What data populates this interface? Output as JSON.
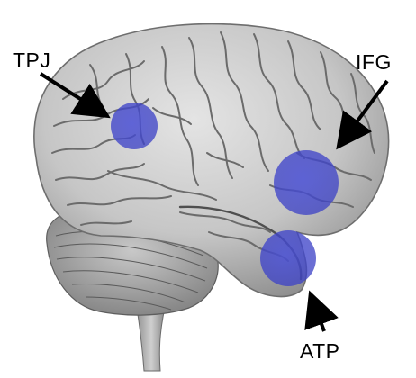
{
  "labels": {
    "tpj": "TPJ",
    "ifg": "IFG",
    "atp": "ATP"
  },
  "colors": {
    "background": "#ffffff",
    "brain_fill": "#c9c9c9",
    "brain_shadow": "#8e8e8e",
    "sulcus_line": "#5f5f5f",
    "cerebellum_fill": "#b0b0b0",
    "region_highlight": "#4a50d6",
    "arrow": "#000000"
  }
}
